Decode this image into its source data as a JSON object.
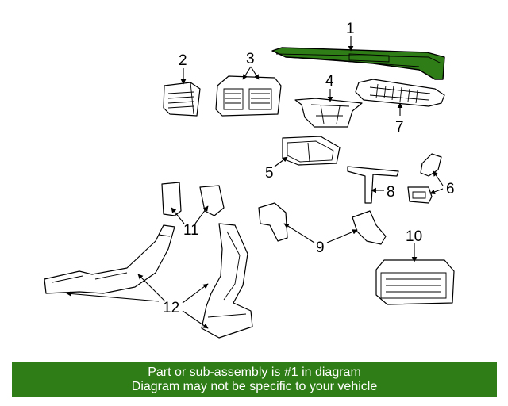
{
  "callouts": {
    "c1": "1",
    "c2": "2",
    "c3": "3",
    "c4": "4",
    "c5": "5",
    "c6": "6",
    "c7": "7",
    "c8": "8",
    "c9": "9",
    "c10": "10",
    "c11": "11",
    "c12": "12"
  },
  "colors": {
    "highlight": "#2f7d16",
    "banner_bg": "#2f7d16",
    "banner_text": "#ffffff"
  },
  "banner": {
    "line1": "Part or sub-assembly is #1 in diagram",
    "line2": "Diagram may not be specific to your vehicle"
  }
}
